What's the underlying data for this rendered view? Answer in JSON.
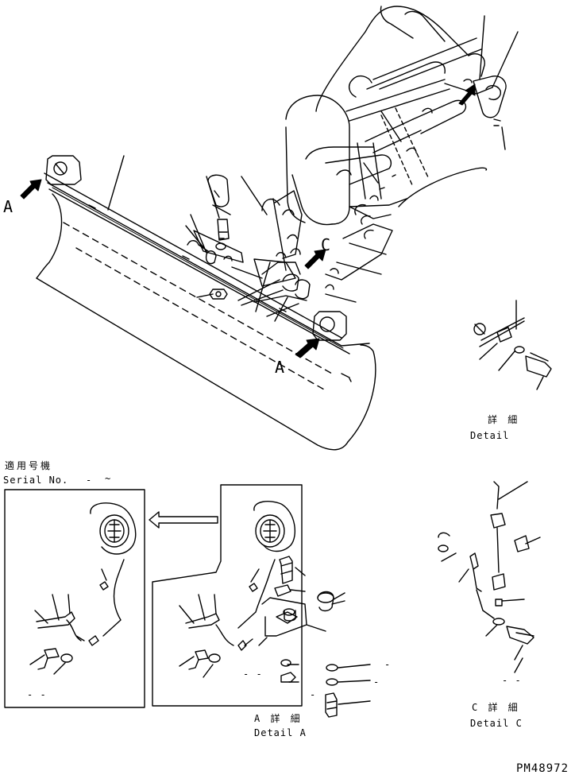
{
  "letters": {
    "a_left": "A",
    "a_lower": "A",
    "c_marker": "C"
  },
  "detail_right": {
    "jp": "詳 細",
    "en": "Detail"
  },
  "serial": {
    "jp": "適用号機",
    "en": "Serial No.",
    "range": "~",
    "range_lead": "-",
    "dash_left": "- -"
  },
  "detail_a": {
    "jp": "A 詳 細",
    "en": "Detail A",
    "dash_a": "- -",
    "dash_b": "-",
    "dash_c": "-",
    "dash_d": "-"
  },
  "detail_c": {
    "jp": "C 詳 細",
    "en": "Detail C",
    "dash": "- -"
  },
  "drawing_code": "PM48972",
  "colors": {
    "line": "#000000",
    "background": "#ffffff"
  }
}
